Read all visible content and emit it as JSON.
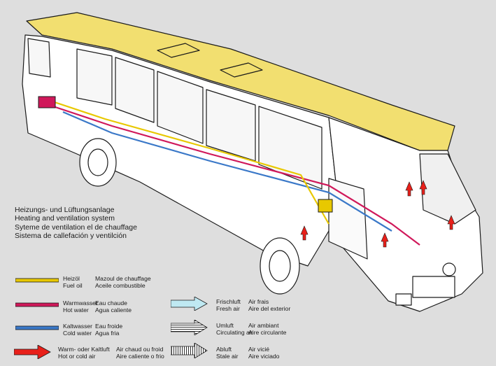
{
  "title": {
    "de": "Heizungs- und Lüftungsanlage",
    "en": "Heating and ventilation system",
    "fr": "Syteme de ventilation el de chauffage",
    "es": "Sistema de callefación y ventilción"
  },
  "legend": {
    "fuel_oil": {
      "de": "Heizöl",
      "en": "Fuel oil",
      "fr": "Mazoul de chauffage",
      "es": "Aceile combustible",
      "color": "#e8c800"
    },
    "hot_water": {
      "de": "Warmwasser",
      "en": "Hot water",
      "fr": "Eau chaude",
      "es": "Agua caliente",
      "color": "#d0185a"
    },
    "cold_water": {
      "de": "Kaltwasser",
      "en": "Cold water",
      "fr": "Eau froide",
      "es": "Agua fria",
      "color": "#3a78c8"
    },
    "warm_cold_air": {
      "de": "Warm- oder Kaltluft",
      "en": "Hot or cold air",
      "fr": "Air chaud ou froid",
      "es": "Aire caliente o frio",
      "color": "#e8201a"
    },
    "fresh_air": {
      "de": "Frischluft",
      "en": "Fresh air",
      "fr": "Air frais",
      "es": "Aire del exterior",
      "color": "#bfe9f2"
    },
    "circulating_air": {
      "de": "Umluft",
      "en": "Circulating air",
      "fr": "Air ambiant",
      "es": "Aire circulante"
    },
    "stale_air": {
      "de": "Abluft",
      "en": "Stale air",
      "fr": "Air vicié",
      "es": "Aire viciado"
    }
  },
  "colors": {
    "background": "#dedede",
    "roof_ducts": "#f2df70",
    "outline": "#1a1a1a",
    "body": "#ffffff"
  }
}
